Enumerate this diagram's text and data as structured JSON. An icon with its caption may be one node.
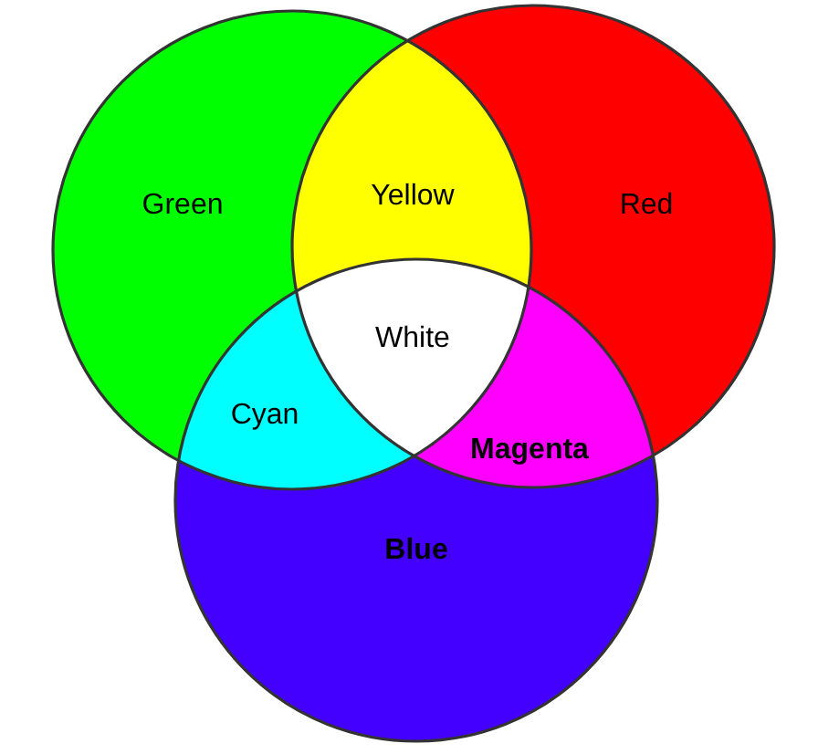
{
  "diagram": {
    "nodes": [
      {
        "text": [
          "Green"
        ]
      },
      {
        "text": [
          "Yellow"
        ]
      },
      {
        "text": [
          "Red"
        ]
      },
      {
        "text": [
          "White"
        ]
      },
      {
        "text": [
          "Cyan"
        ]
      },
      {
        "text": [
          "Magenta"
        ]
      },
      {
        "text": [
          "Blue"
        ]
      }
    ]
  }
}
